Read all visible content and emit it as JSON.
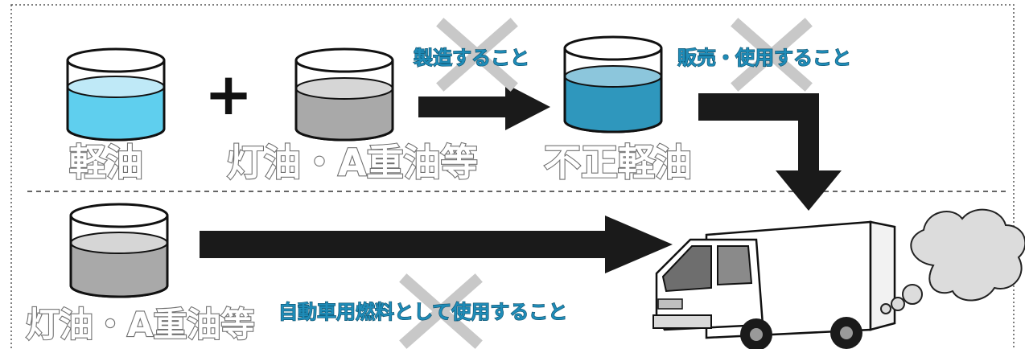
{
  "labels": {
    "diesel": "軽油",
    "kerosene_top": "灯油・A重油等",
    "illegal": "不正軽油",
    "kerosene_bottom": "灯油・A重油等"
  },
  "prohibitions": {
    "manufacture": "製造すること",
    "sell_use": "販売・使用すること",
    "vehicle_fuel": "自動車用燃料として使用すること"
  },
  "symbols": {
    "plus": "+"
  },
  "colors": {
    "diesel_liquid": "#5fcfee",
    "kerosene_liquid": "#a9a9a9",
    "illegal_liquid": "#2f97bd",
    "prohibition_text": "#1f8cb8",
    "cross": "#c8c8c8",
    "arrow": "#1a1a1a"
  }
}
